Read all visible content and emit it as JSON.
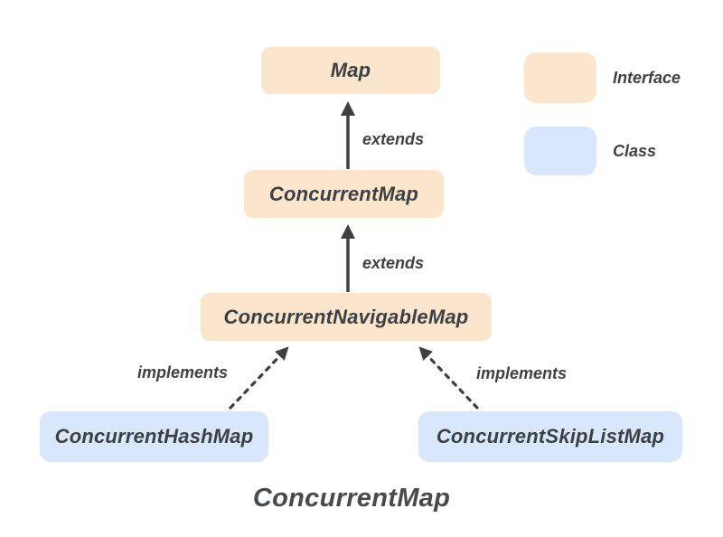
{
  "title": "ConcurrentMap",
  "colors": {
    "interface_fill": "#FCE5CD",
    "class_fill": "#D9E7FC",
    "line": "#3F3F3F",
    "text": "#3F4245"
  },
  "nodes": {
    "map": {
      "label": "Map",
      "type": "interface"
    },
    "concurrent_map": {
      "label": "ConcurrentMap",
      "type": "interface"
    },
    "concurrent_navigable_map": {
      "label": "ConcurrentNavigableMap",
      "type": "interface"
    },
    "concurrent_hash_map": {
      "label": "ConcurrentHashMap",
      "type": "class"
    },
    "concurrent_skip_list_map": {
      "label": "ConcurrentSkipListMap",
      "type": "class"
    }
  },
  "edges": {
    "concurrentmap_extends_map": {
      "label": "extends",
      "from": "ConcurrentMap",
      "to": "Map",
      "style": "solid"
    },
    "navigablemap_extends_concurrentmap": {
      "label": "extends",
      "from": "ConcurrentNavigableMap",
      "to": "ConcurrentMap",
      "style": "solid"
    },
    "hashmap_implements": {
      "label": "implements",
      "from": "ConcurrentHashMap",
      "to": "ConcurrentNavigableMap",
      "style": "dashed"
    },
    "skiplistmap_implements": {
      "label": "implements",
      "from": "ConcurrentSkipListMap",
      "to": "ConcurrentNavigableMap",
      "style": "dashed"
    }
  },
  "legend": {
    "interface": {
      "label": "Interface",
      "color": "#FCE5CD"
    },
    "class": {
      "label": "Class",
      "color": "#D9E7FC"
    }
  }
}
